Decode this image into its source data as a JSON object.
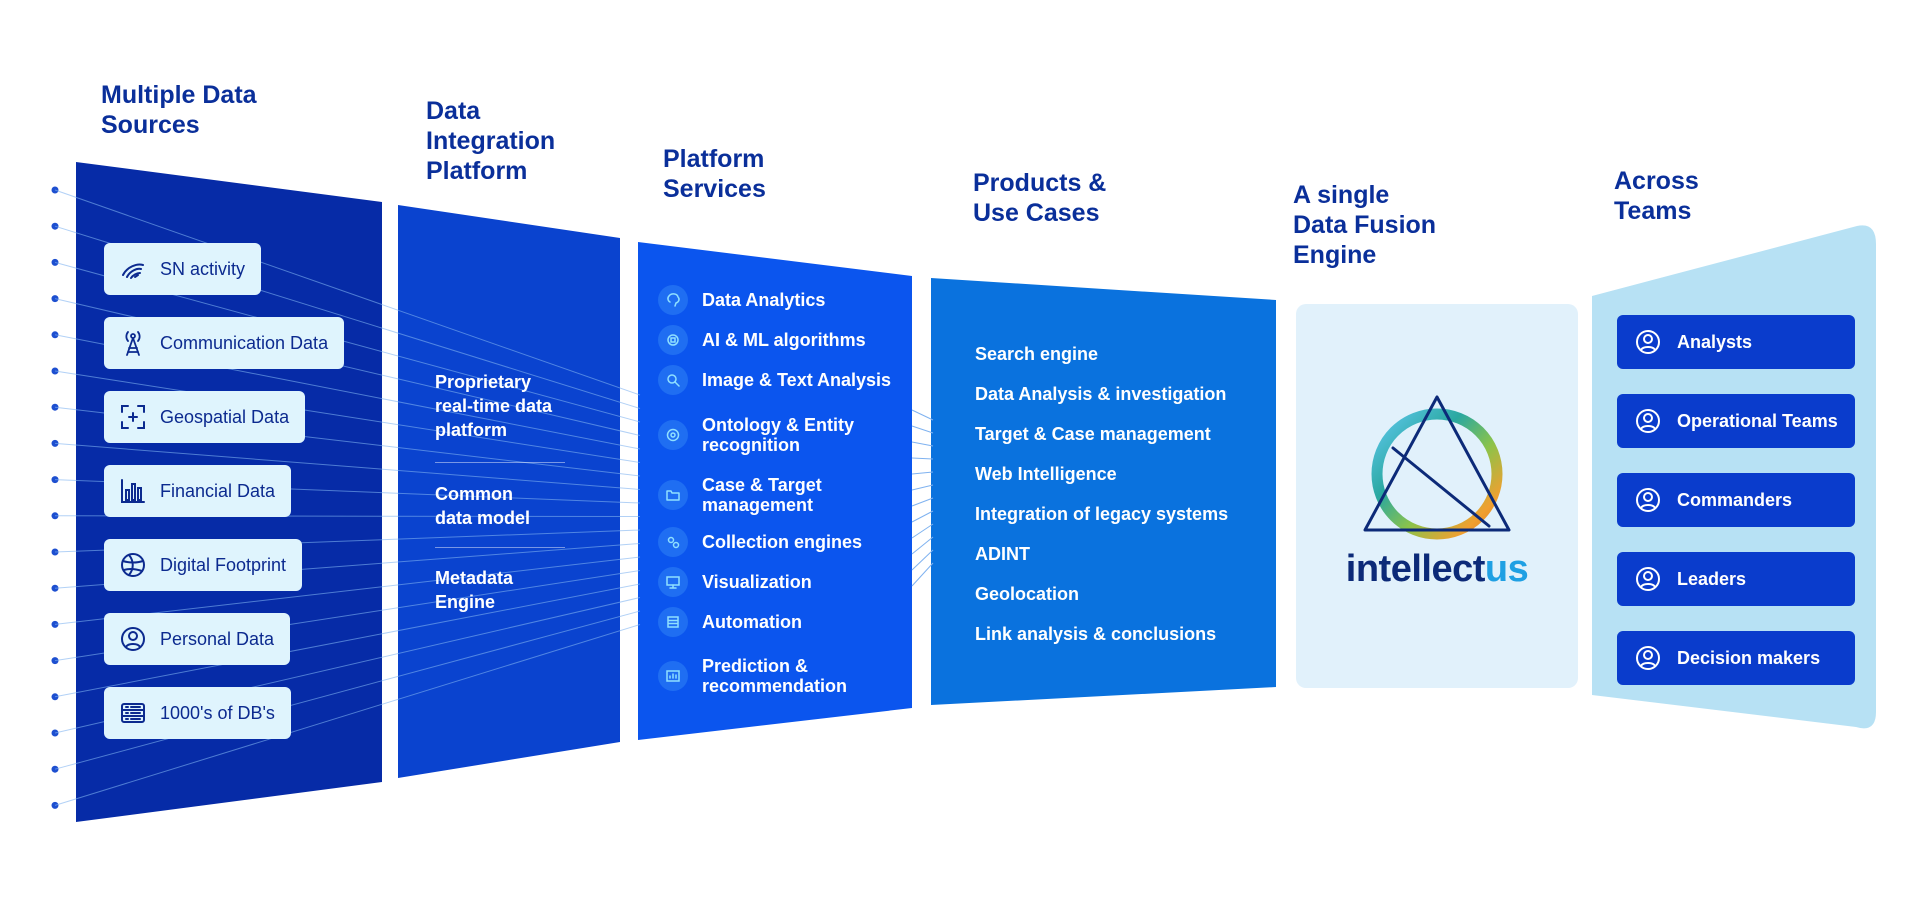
{
  "colors": {
    "heading": "#0a2f9a",
    "panel_sources": "#062ba7",
    "panel_integration": "#0a43cf",
    "panel_services": "#0b55ee",
    "panel_products": "#0a72de",
    "engine_card": "#e1f1fb",
    "panel_teams": "#b7e1f4",
    "source_chip": "#dff4fd",
    "team_chip": "#0a3ccc",
    "brand_accent": "#1fa0e3"
  },
  "columns": {
    "sources": {
      "title": "Multiple Data\nSources",
      "items": [
        {
          "label": "SN activity",
          "icon": "signal-icon"
        },
        {
          "label": "Communication Data",
          "icon": "antenna-tower-icon"
        },
        {
          "label": "Geospatial Data",
          "icon": "focus-frame-icon"
        },
        {
          "label": "Financial Data",
          "icon": "bar-chart-icon"
        },
        {
          "label": "Digital Footprint",
          "icon": "globe-icon"
        },
        {
          "label": "Personal Data",
          "icon": "user-circle-icon"
        },
        {
          "label": "1000's of DB's",
          "icon": "database-list-icon"
        }
      ]
    },
    "integration": {
      "title": "Data\nIntegration\nPlatform",
      "items": [
        {
          "label": "Proprietary\nreal-time data\nplatform"
        },
        {
          "label": "Common\ndata model"
        },
        {
          "label": "Metadata\nEngine"
        }
      ]
    },
    "services": {
      "title": "Platform\nServices",
      "items": [
        {
          "label": "Data Analytics",
          "icon": "brain-icon"
        },
        {
          "label": "AI & ML algorithms",
          "icon": "ai-chip-icon"
        },
        {
          "label": "Image & Text Analysis",
          "icon": "magnifier-icon"
        },
        {
          "label": "Ontology & Entity\nrecognition",
          "icon": "network-icon"
        },
        {
          "label": "Case & Target\nmanagement",
          "icon": "folder-icon"
        },
        {
          "label": "Collection engines",
          "icon": "gears-icon"
        },
        {
          "label": "Visualization",
          "icon": "monitor-icon"
        },
        {
          "label": "Automation",
          "icon": "server-icon"
        },
        {
          "label": "Prediction &\nrecommendation",
          "icon": "dashboard-icon"
        }
      ]
    },
    "products": {
      "title": "Products &\nUse Cases",
      "items": [
        "Search engine",
        "Data Analysis & investigation",
        "Target & Case management",
        "Web Intelligence",
        "Integration of legacy systems",
        "ADINT",
        "Geolocation",
        "Link analysis & conclusions"
      ]
    },
    "engine": {
      "title": "A single\nData Fusion\nEngine",
      "brand_main": "intellect",
      "brand_accent": "us",
      "logo_icon": "triangle-ring-logo-icon"
    },
    "teams": {
      "title": "Across\nTeams",
      "items": [
        {
          "label": "Analysts",
          "icon": "user-circle-icon"
        },
        {
          "label": "Operational Teams",
          "icon": "user-circle-icon"
        },
        {
          "label": "Commanders",
          "icon": "user-circle-icon"
        },
        {
          "label": "Leaders",
          "icon": "user-circle-icon"
        },
        {
          "label": "Decision makers",
          "icon": "user-circle-icon"
        }
      ]
    }
  }
}
